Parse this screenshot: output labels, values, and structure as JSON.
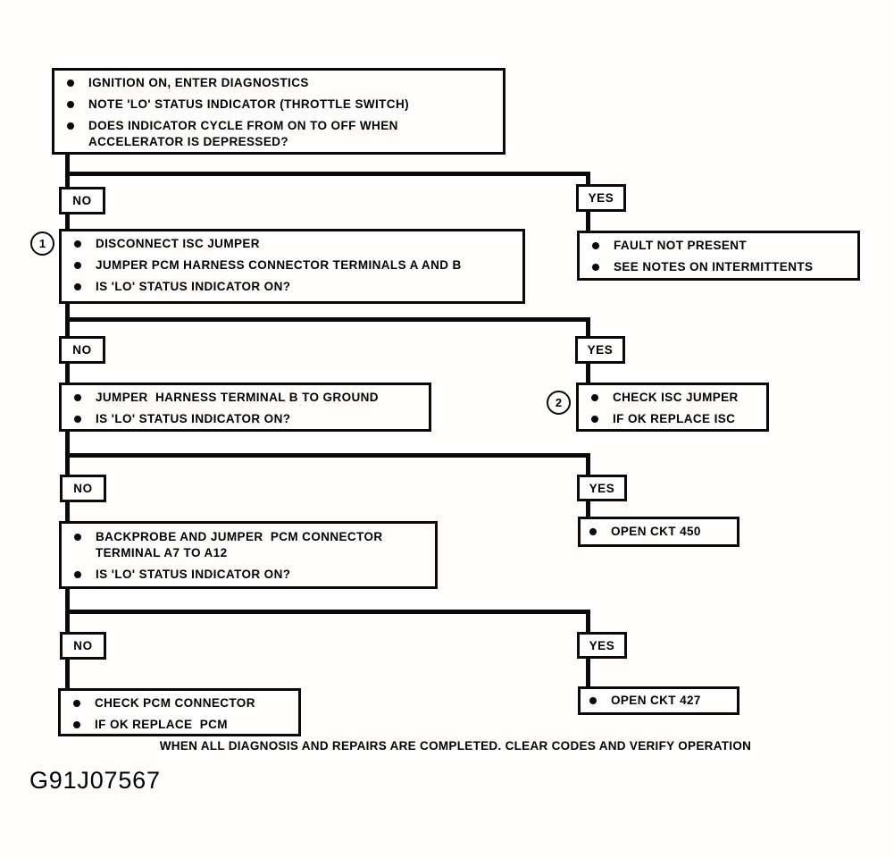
{
  "page": {
    "figure_id": "G91J07567",
    "footer_note": "WHEN ALL DIAGNOSIS AND REPAIRS ARE COMPLETED. CLEAR CODES AND VERIFY OPERATION"
  },
  "labels": {
    "no": "NO",
    "yes": "YES"
  },
  "markers": {
    "one": "1",
    "two": "2"
  },
  "boxes": {
    "start": {
      "items": [
        "IGNITION ON, ENTER DIAGNOSTICS",
        "NOTE 'LO' STATUS INDICATOR (THROTTLE SWITCH)",
        "DOES INDICATOR CYCLE FROM ON TO OFF WHEN ACCELERATOR IS DEPRESSED?"
      ]
    },
    "step1": {
      "items": [
        "DISCONNECT ISC JUMPER",
        "JUMPER PCM HARNESS CONNECTOR TERMINALS A AND B",
        "IS 'LO' STATUS INDICATOR ON?"
      ]
    },
    "fault": {
      "items": [
        "FAULT NOT PRESENT",
        "SEE NOTES ON INTERMITTENTS"
      ]
    },
    "step2": {
      "items": [
        "JUMPER  HARNESS TERMINAL B TO GROUND",
        "IS 'LO' STATUS INDICATOR ON?"
      ]
    },
    "isc": {
      "items": [
        "CHECK ISC JUMPER",
        "IF OK REPLACE ISC"
      ]
    },
    "step3": {
      "items": [
        "BACKPROBE AND JUMPER  PCM CONNECTOR TERMINAL A7 TO A12",
        "IS 'LO' STATUS INDICATOR ON?"
      ]
    },
    "ckt450": {
      "items": [
        "OPEN CKT 450"
      ]
    },
    "step4": {
      "items": [
        "CHECK PCM CONNECTOR",
        "IF OK REPLACE  PCM"
      ]
    },
    "ckt427": {
      "items": [
        "OPEN CKT 427"
      ]
    }
  }
}
